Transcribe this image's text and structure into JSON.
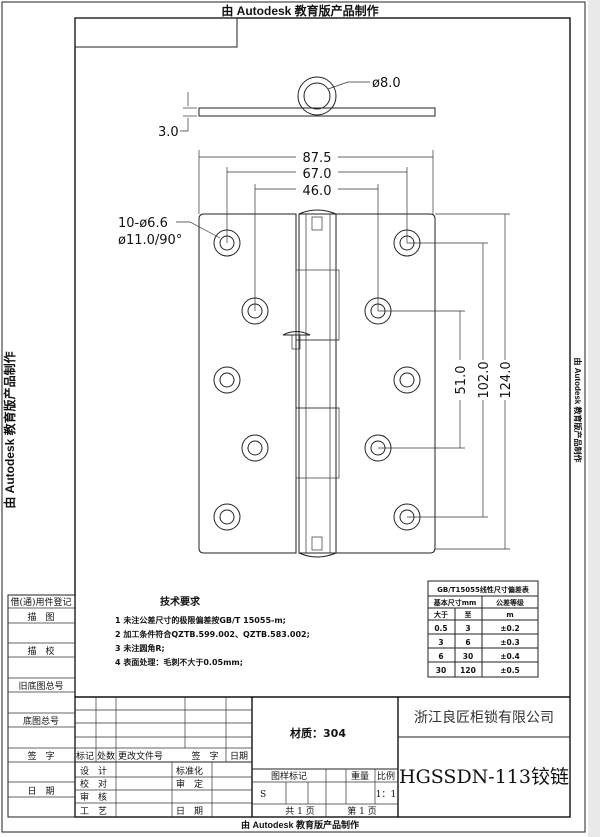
{
  "watermark": "由 Autodesk 教育版产品制作",
  "dimensions": {
    "pin_diameter": "ø8.0",
    "thickness": "3.0",
    "width_overall": "87.5",
    "width_holes_outer": "67.0",
    "width_holes_inner": "46.0",
    "hole_count_diameter": "10-ø6.6",
    "countersink": "ø11.0/90°",
    "height_inner": "51.0",
    "height_holes": "102.0",
    "height_overall": "124.0"
  },
  "tech_requirements": {
    "title": "技术要求",
    "items": [
      "1 未注公差尺寸的极限偏差按GB/T 15055-m;",
      "2 加工条件符合QZTB.599.002、QZTB.583.002;",
      "3 未注圆角R;",
      "4 表面处理：毛刺不大于0.05mm;"
    ]
  },
  "tolerance_table": {
    "title": "GB/T15055线性尺寸偏差表",
    "header_size": "基本尺寸mm",
    "header_grade": "公差等级",
    "col_from": "大于",
    "col_to": "至",
    "grade": "m",
    "rows": [
      [
        "0.5",
        "3",
        "±0.2"
      ],
      [
        "3",
        "6",
        "±0.3"
      ],
      [
        "6",
        "30",
        "±0.4"
      ],
      [
        "30",
        "120",
        "±0.5"
      ]
    ]
  },
  "left_column": [
    "借(通)用件登记",
    "描　图",
    "描　校",
    "旧底图总号",
    "底图总号",
    "签　字",
    "日　期"
  ],
  "title_block": {
    "rev_headers": [
      "标记",
      "处数",
      "更改文件号",
      "签　字",
      "日期"
    ],
    "roles": [
      "设　计",
      "校　对",
      "审　核",
      "工　艺"
    ],
    "roles_right": [
      "标准化",
      "审　定",
      "",
      "日　期"
    ],
    "material": "材质：304",
    "drawing_mark": "图样标记",
    "weight": "重量",
    "scale_label": "比例",
    "mark_value": "S",
    "scale_value": "1：1",
    "total_sheets": "共 1 页",
    "sheet_no": "第 1 页",
    "company": "浙江良匠柜锁有限公司",
    "drawing_title": "HGSSDN-113铰链"
  }
}
